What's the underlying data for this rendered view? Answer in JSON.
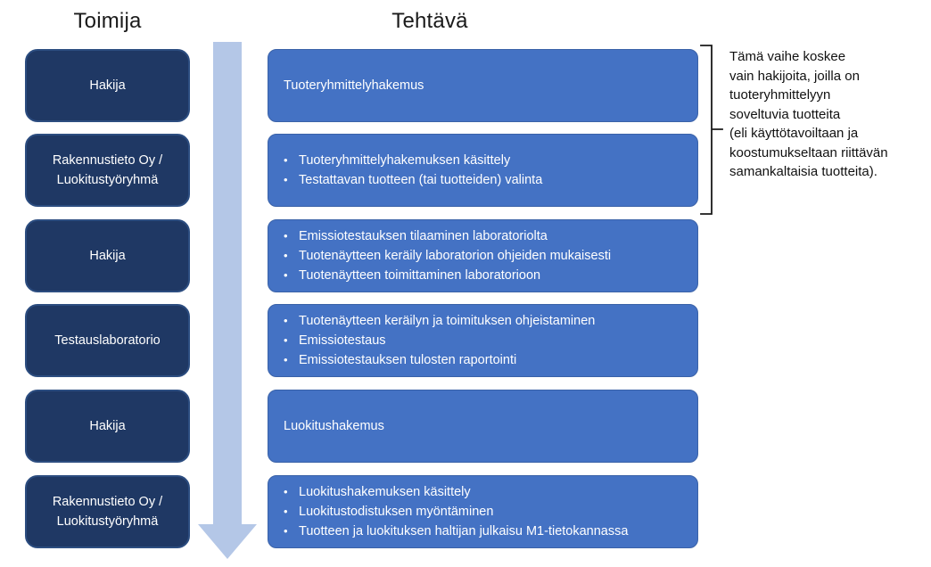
{
  "headers": {
    "actor": "Toimija",
    "task": "Tehtävä"
  },
  "glyphs": {
    "bullet": "•",
    "arrow": "down-arrow"
  },
  "colors": {
    "actor_box_fill": "#1f3864",
    "actor_box_border": "#2c4d80",
    "task_box_fill": "#4472c4",
    "task_box_border": "#3a62a8",
    "arrow": "#b4c7e7",
    "box_text": "#ffffff",
    "annotation_text": "#111111"
  },
  "rows": [
    {
      "actor": "Hakija",
      "tasks": [
        "Tuoteryhmittelyhakemus"
      ]
    },
    {
      "actor": "Rakennustieto Oy / Luokitustyöryhmä",
      "tasks": [
        "Tuoteryhmittelyhakemuksen käsittely",
        "Testattavan tuotteen (tai tuotteiden) valinta"
      ]
    },
    {
      "actor": "Hakija",
      "tasks": [
        "Emissiotestauksen tilaaminen laboratoriolta",
        "Tuotenäytteen keräily laboratorion ohjeiden mukaisesti",
        "Tuotenäytteen toimittaminen laboratorioon"
      ]
    },
    {
      "actor": "Testauslaboratorio",
      "tasks": [
        "Tuotenäytteen keräilyn ja toimituksen ohjeistaminen",
        "Emissiotestaus",
        "Emissiotestauksen tulosten raportointi"
      ]
    },
    {
      "actor": "Hakija",
      "tasks": [
        "Luokitushakemus"
      ]
    },
    {
      "actor": "Rakennustieto Oy / Luokitustyöryhmä",
      "tasks": [
        "Luokitushakemuksen käsittely",
        "Luokitustodistuksen myöntäminen",
        "Tuotteen ja luokituksen haltijan julkaisu M1-tietokannassa"
      ]
    }
  ],
  "annotation": {
    "lines": [
      "Tämä vaihe koskee",
      "vain hakijoita, joilla on",
      "tuoteryhmittelyyn",
      "soveltuvia tuotteita",
      "(eli käyttötavoiltaan ja",
      "koostumukseltaan riittävän",
      "samankaltaisia tuotteita)."
    ]
  }
}
